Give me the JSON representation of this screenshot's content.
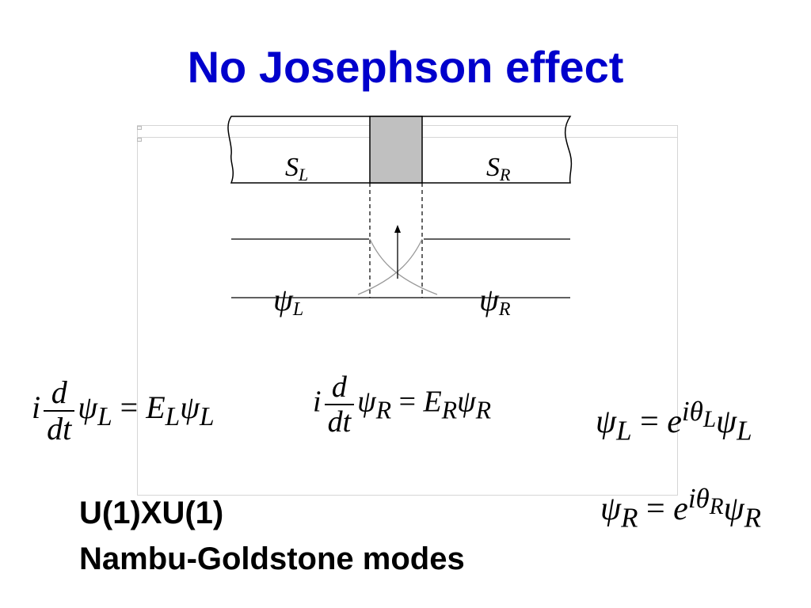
{
  "slide": {
    "title": "No Josephson effect",
    "title_color": "#0000cc"
  },
  "diagram": {
    "left_label": "S",
    "left_label_sub": "L",
    "right_label": "S",
    "right_label_sub": "R",
    "left_wave": "ψ",
    "left_wave_sub": "L",
    "right_wave": "ψ",
    "right_wave_sub": "R",
    "barrier_color": "#c0c0c0"
  },
  "equations": {
    "eq1": {
      "i": "i",
      "num": "d",
      "den": "dt",
      "psi": "ψ",
      "psi_sub": "L",
      "equals": "=",
      "E": "E",
      "E_sub": "L",
      "psi2": "ψ",
      "psi2_sub": "L"
    },
    "eq2": {
      "i": "i",
      "num": "d",
      "den": "dt",
      "psi": "ψ",
      "psi_sub": "R",
      "equals": "=",
      "E": "E",
      "E_sub": "R",
      "psi2": "ψ",
      "psi2_sub": "R"
    },
    "eq3": {
      "psi": "ψ",
      "psi_sub": "L",
      "equals": "=",
      "e": "e",
      "exp": "iθ",
      "exp_sub": "L",
      "psi2": "ψ",
      "psi2_sub": "L"
    },
    "eq4": {
      "psi": "ψ",
      "psi_sub": "R",
      "equals": "=",
      "e": "e",
      "exp": "iθ",
      "exp_sub": "R",
      "psi2": "ψ",
      "psi2_sub": "R"
    }
  },
  "labels": {
    "symmetry": "U(1)XU(1)",
    "modes": "Nambu-Goldstone modes"
  }
}
